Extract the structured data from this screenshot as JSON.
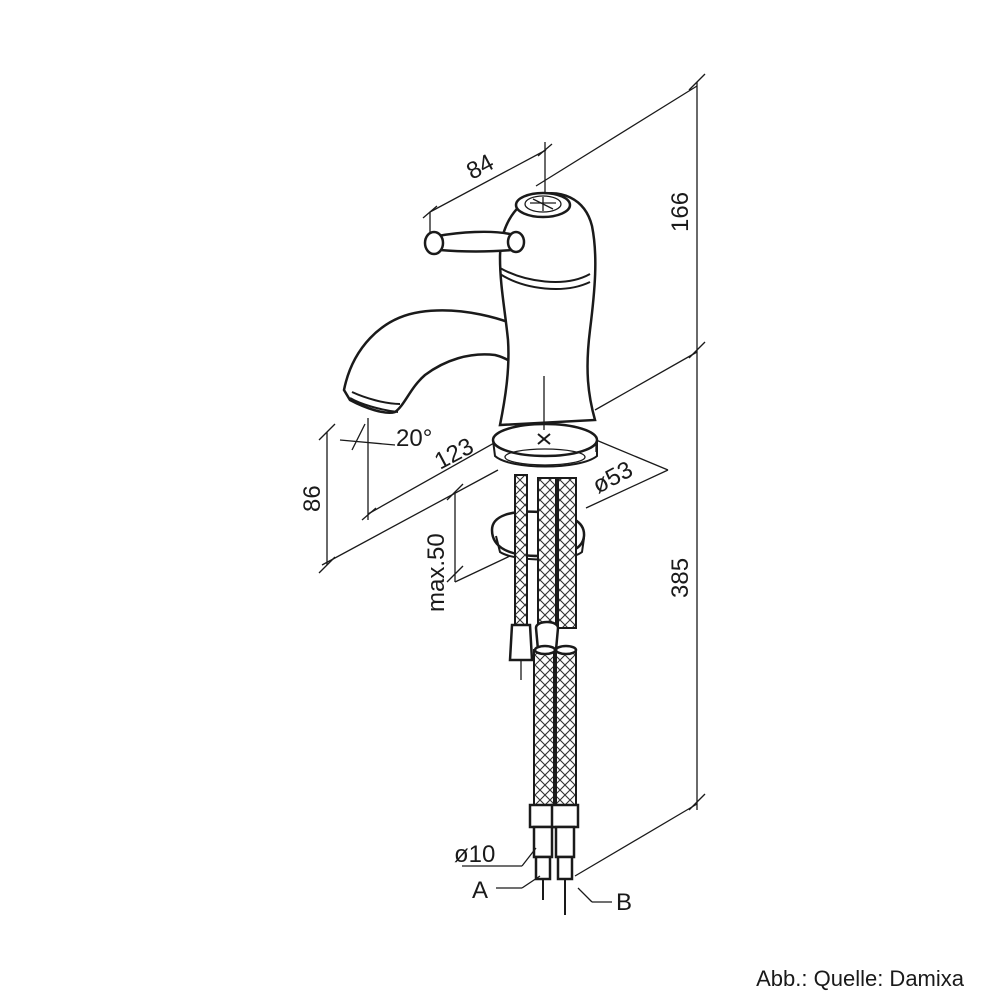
{
  "dimensions": {
    "width_84": "84",
    "height_166": "166",
    "height_385": "385",
    "height_86": "86",
    "reach_123": "123",
    "diameter_53": "ø53",
    "angle_20": "20°",
    "max_50": "max.50",
    "hose_diameter": "ø10"
  },
  "connections": {
    "a": "A",
    "b": "B"
  },
  "credit": "Abb.: Quelle: Damixa"
}
